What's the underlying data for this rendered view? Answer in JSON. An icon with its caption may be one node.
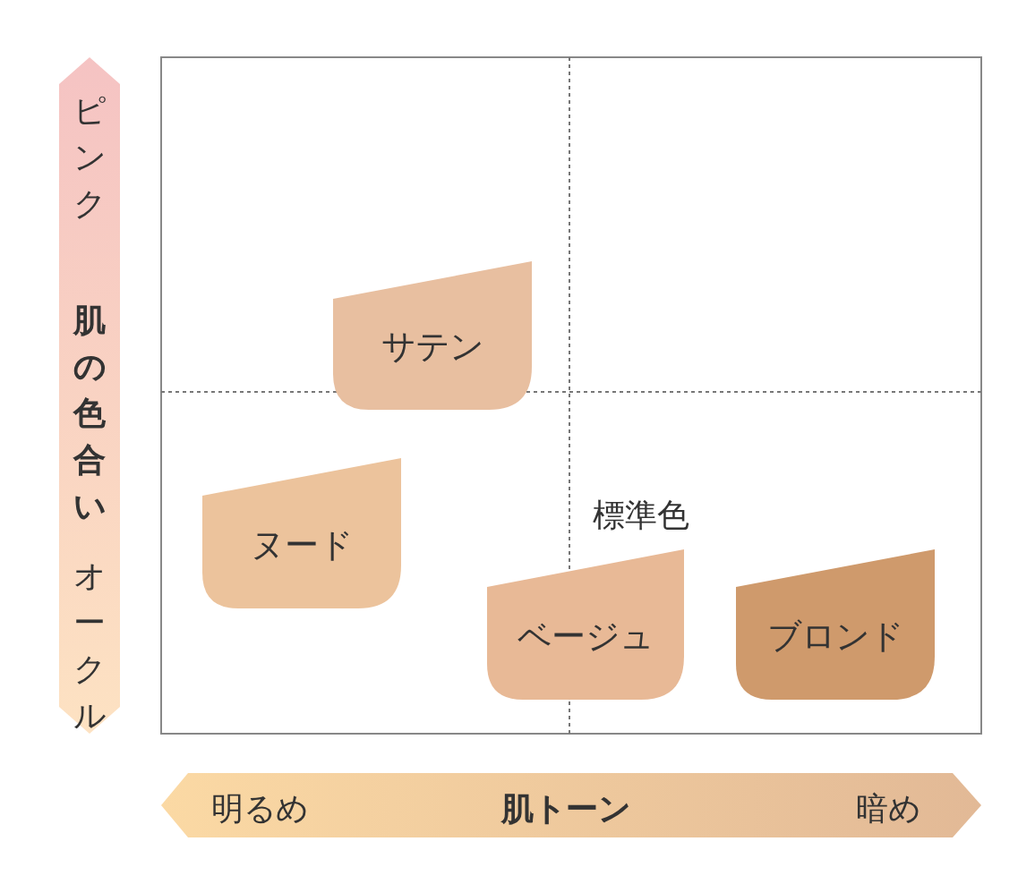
{
  "diagram": {
    "nodes": [
      {
        "text": [
          "サテン"
        ]
      },
      {
        "text": [
          "ヌード"
        ]
      },
      {
        "text": [
          "ベージュ"
        ]
      },
      {
        "text": [
          "ブロンド"
        ]
      }
    ],
    "labels": [
      "ピンク",
      "肌の色合い",
      "オークル",
      "標準色",
      "明るめ",
      "肌トーン",
      "暗め"
    ]
  }
}
